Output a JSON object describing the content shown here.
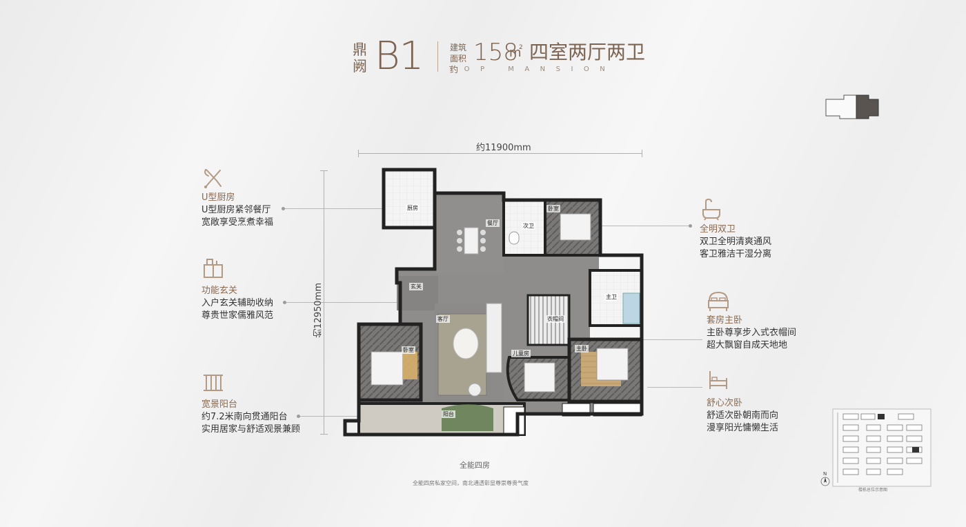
{
  "header": {
    "brand": "鼎阙",
    "model": "B1",
    "area_label": "建筑面积约",
    "area_value": "158",
    "area_unit": "m",
    "area_unit_sup": "2",
    "room_type": "四室两厅两卫",
    "subtitle": "TOP MANSION"
  },
  "features_left": [
    {
      "icon": "kitchen-utensils-icon",
      "title": "U型厨房",
      "lines": [
        "U型厨房紧邻餐厅",
        "宽敞享受烹煮幸福"
      ]
    },
    {
      "icon": "cabinet-icon",
      "title": "功能玄关",
      "lines": [
        "入户玄关辅助收纳",
        "尊贵世家儒雅风范"
      ]
    },
    {
      "icon": "balcony-railing-icon",
      "title": "宽景阳台",
      "lines": [
        "约7.2米南向贯通阳台",
        "实用居家与舒适观景兼顾"
      ]
    }
  ],
  "features_right": [
    {
      "icon": "bathtub-icon",
      "title": "全明双卫",
      "lines": [
        "双卫全明清爽通风",
        "客卫雅洁干湿分离"
      ]
    },
    {
      "icon": "master-bed-icon",
      "title": "套房主卧",
      "lines": [
        "主卧尊享步入式衣帽间",
        "超大飘窗自成天地地"
      ]
    },
    {
      "icon": "single-bed-icon",
      "title": "舒心次卧",
      "lines": [
        "舒适次卧朝南而向",
        "漫享阳光慵懒生活"
      ]
    }
  ],
  "dimensions": {
    "width": "约11900mm",
    "depth": "约12950mm"
  },
  "rooms": {
    "kitchen": "厨房",
    "dining": "餐厅",
    "guest_bath": "次卫",
    "bedroom_ne": "卧室",
    "foyer": "玄关",
    "living": "客厅",
    "closet": "衣帽间",
    "master_bath": "主卫",
    "bedroom_w": "卧室",
    "kids_room": "儿童房",
    "master_bed": "主卧",
    "balcony": "阳台"
  },
  "caption": {
    "title": "全能四房",
    "subtitle": "全能四房私家空间，南北通透彰显尊崇尊贵气度"
  },
  "site_plan": {
    "title": "楼栋总位示意图",
    "compass": "N"
  },
  "colors": {
    "accent": "#7d6450",
    "title_brown": "#8a6a52",
    "floor_grey": "#8e8d8b",
    "wood": "#c6a676"
  }
}
